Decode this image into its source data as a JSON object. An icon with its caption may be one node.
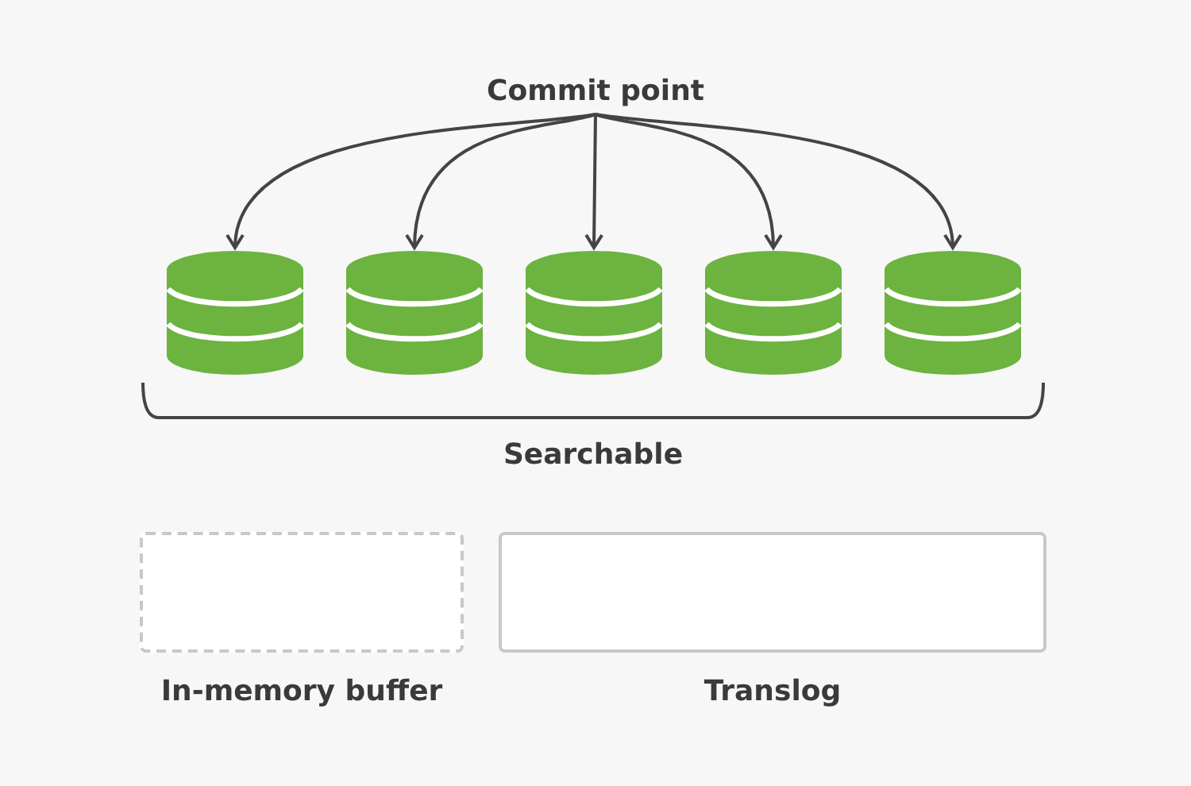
{
  "diagram": {
    "nodes": [
      {
        "text": [
          "Commit point"
        ]
      },
      {
        "text": [],
        "shape": "cylinder"
      },
      {
        "text": [],
        "shape": "cylinder"
      },
      {
        "text": [],
        "shape": "cylinder"
      },
      {
        "text": [],
        "shape": "cylinder"
      },
      {
        "text": [],
        "shape": "cylinder"
      },
      {
        "text": [
          "In-memory buffer"
        ]
      },
      {
        "text": [
          "Translog"
        ]
      }
    ],
    "edges": [
      {
        "from": 0,
        "to": 1,
        "arrow": "to"
      },
      {
        "from": 0,
        "to": 2,
        "arrow": "to"
      },
      {
        "from": 0,
        "to": 3,
        "arrow": "to"
      },
      {
        "from": 0,
        "to": 4,
        "arrow": "to"
      },
      {
        "from": 0,
        "to": 5,
        "arrow": "to"
      }
    ],
    "labels": [
      "Searchable"
    ]
  }
}
